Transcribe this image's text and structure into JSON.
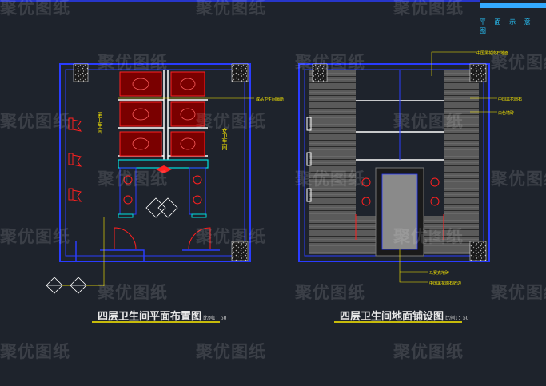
{
  "header": {
    "corner_title": "平 面 示 意 图"
  },
  "left_plan": {
    "title": "四层卫生间平面布置图",
    "scale": "比例1：50",
    "label_men": "男卫生间",
    "label_women": "女卫生间",
    "callout_partition": "成品卫生间隔断"
  },
  "right_plan": {
    "title": "四层卫生间地面铺设图",
    "scale": "比例1：50",
    "callout_top": "中国黑花岗石地面",
    "callout_right_1": "中国黑花岗石",
    "callout_right_2": "白色墙砖",
    "callout_bottom_1": "马赛克地砖",
    "callout_bottom_2": "中国黑花岗石收边"
  },
  "watermark": {
    "text": "聚优图纸"
  },
  "colors": {
    "background": "#1e232c",
    "wall": "#2a3cff",
    "fixture": "#ff2020",
    "annotation": "#ffee00",
    "partition": "#ffffff",
    "accent": "#33aaff"
  }
}
